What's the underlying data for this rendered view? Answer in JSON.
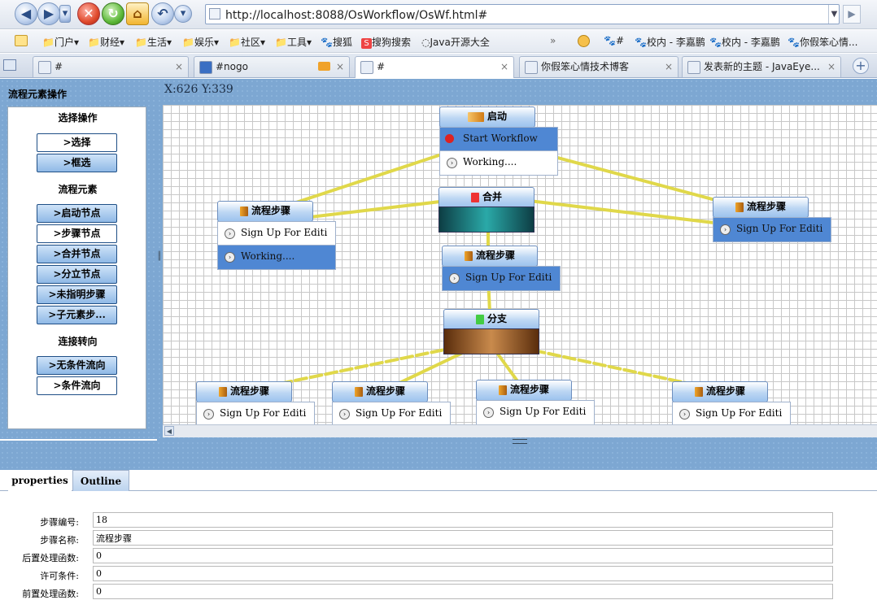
{
  "browser": {
    "url": "http://localhost:8088/OsWorkflow/OsWf.html#",
    "bookmarks": [
      "门户",
      "财经",
      "生活",
      "娱乐",
      "社区",
      "工具",
      "搜狐",
      "搜狗搜索",
      "Java开源大全",
      "#",
      "校内 - 李嘉鹏",
      "校内 - 李嘉鹏",
      "你假笨心情..."
    ],
    "overflow": "»",
    "tabs": [
      {
        "label": "#",
        "active": false
      },
      {
        "label": "#nogo",
        "active": false
      },
      {
        "label": "#",
        "active": true
      },
      {
        "label": "你假笨心情技术博客",
        "active": false
      },
      {
        "label": "发表新的主题 - JavaEye...",
        "active": false
      }
    ],
    "close_glyph": "×",
    "newtab_glyph": "+"
  },
  "left_panel": {
    "title": "流程元素操作",
    "sections": [
      {
        "heading": "选择操作",
        "tools": [
          ">选择",
          ">框选"
        ]
      },
      {
        "heading": "流程元素",
        "tools": [
          ">启动节点",
          ">步骤节点",
          ">合并节点",
          ">分立节点",
          ">未指明步骤",
          ">子元素步..."
        ]
      },
      {
        "heading": "连接转向",
        "tools": [
          ">无条件流向",
          ">条件流向"
        ]
      }
    ]
  },
  "canvas": {
    "coords": "X:626  Y:339",
    "nodes": {
      "start": {
        "title": "启动",
        "rows": [
          "Start Workflow",
          "Working...."
        ]
      },
      "join": {
        "title": "合并"
      },
      "step_left": {
        "title": "流程步骤",
        "rows": [
          "Sign Up For Editi",
          "Working...."
        ]
      },
      "step_right": {
        "title": "流程步骤",
        "rows": [
          "Sign Up For Editi"
        ]
      },
      "step_mid": {
        "title": "流程步骤",
        "rows": [
          "Sign Up For Editi"
        ]
      },
      "split": {
        "title": "分支"
      },
      "step_b1": {
        "title": "流程步骤",
        "rows": [
          "Sign Up For Editi"
        ]
      },
      "step_b2": {
        "title": "流程步骤",
        "rows": [
          "Sign Up For Editi"
        ]
      },
      "step_b3": {
        "title": "流程步骤",
        "rows": [
          "Sign Up For Editi"
        ]
      },
      "step_b4": {
        "title": "流程步骤",
        "rows": [
          "Sign Up For Editi"
        ]
      }
    },
    "line_color": "#e0d84a"
  },
  "properties": {
    "tabs": [
      "properties",
      "Outline"
    ],
    "fields": [
      {
        "label": "步骤编号:",
        "value": "18"
      },
      {
        "label": "步骤名称:",
        "value": "流程步骤"
      },
      {
        "label": "后置处理函数:",
        "value": "0"
      },
      {
        "label": "许可条件:",
        "value": "0"
      },
      {
        "label": "前置处理函数:",
        "value": "0"
      }
    ]
  }
}
